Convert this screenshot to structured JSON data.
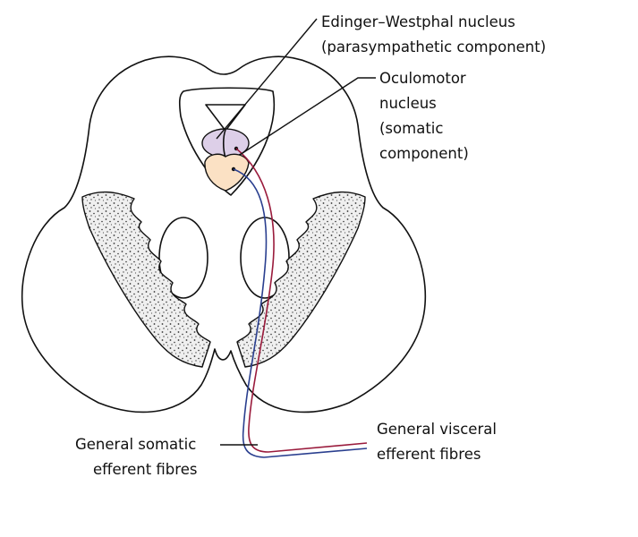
{
  "title": "Oculomotor nerve nuclei in midbrain section",
  "labels": {
    "edinger_westphal_line1": "Edinger–Westphal nucleus",
    "edinger_westphal_line2": "(parasympathetic component)",
    "oculomotor_line1": "Oculomotor",
    "oculomotor_line2": "nucleus",
    "oculomotor_line3": "(somatic",
    "oculomotor_line4": "component)",
    "gse_line1": "General somatic",
    "gse_line2": "efferent fibres",
    "gve_line1": "General visceral",
    "gve_line2": "efferent fibres"
  },
  "colors": {
    "edinger_westphal_fill": "#ddcfe8",
    "oculomotor_fill": "#fbe1c4",
    "fibre_red": "#9a1b3c",
    "fibre_blue": "#2a3f8f",
    "substantia_nigra_fill": "#eeeeee",
    "outline": "#111111"
  }
}
